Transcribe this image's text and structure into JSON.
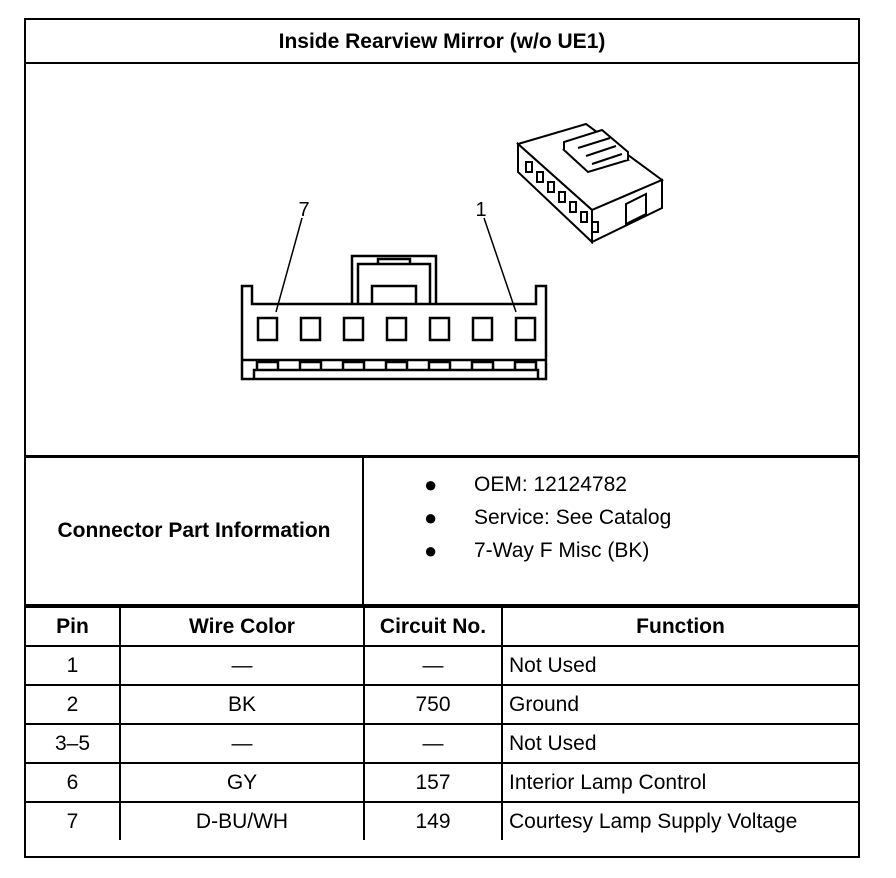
{
  "title": "Inside Rearview Mirror (w/o UE1)",
  "diagram": {
    "pin_label_left": "7",
    "pin_label_right": "1"
  },
  "connector_info": {
    "label": "Connector Part Information",
    "items": [
      "OEM: 12124782",
      "Service: See Catalog",
      "7-Way F Misc (BK)"
    ],
    "bullet": "●"
  },
  "table": {
    "headers": [
      "Pin",
      "Wire Color",
      "Circuit No.",
      "Function"
    ],
    "rows": [
      [
        "1",
        "—",
        "—",
        "Not Used"
      ],
      [
        "2",
        "BK",
        "750",
        "Ground"
      ],
      [
        "3–5",
        "—",
        "—",
        "Not Used"
      ],
      [
        "6",
        "GY",
        "157",
        "Interior Lamp Control"
      ],
      [
        "7",
        "D-BU/WH",
        "149",
        "Courtesy Lamp Supply Voltage"
      ]
    ]
  }
}
